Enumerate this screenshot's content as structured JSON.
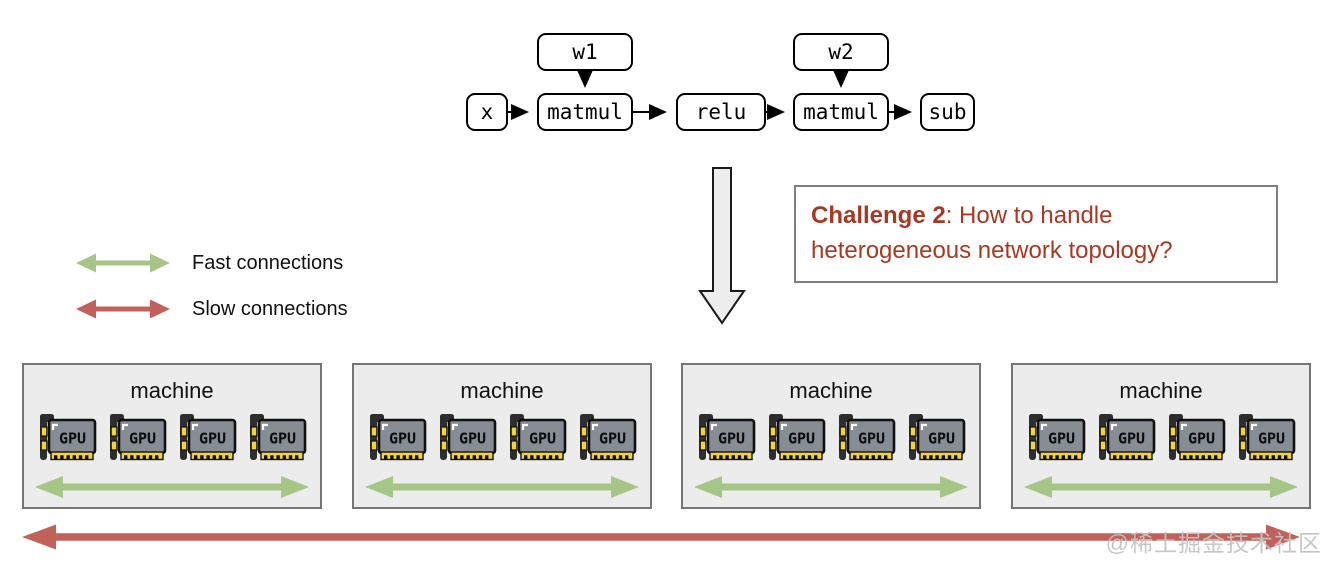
{
  "graph": {
    "nodes": {
      "w1": "w1",
      "w2": "w2",
      "x": "x",
      "matmul1": "matmul",
      "relu": "relu",
      "matmul2": "matmul",
      "sub": "sub"
    }
  },
  "challenge": {
    "title": "Challenge 2",
    "text": ": How to handle heterogeneous network topology?"
  },
  "legend": {
    "fast": {
      "label": "Fast connections",
      "color": "#a6c687"
    },
    "slow": {
      "label": "Slow connections",
      "color": "#c0615a"
    }
  },
  "machines": [
    {
      "label": "machine",
      "gpus": [
        "GPU",
        "GPU",
        "GPU",
        "GPU"
      ]
    },
    {
      "label": "machine",
      "gpus": [
        "GPU",
        "GPU",
        "GPU",
        "GPU"
      ]
    },
    {
      "label": "machine",
      "gpus": [
        "GPU",
        "GPU",
        "GPU",
        "GPU"
      ]
    },
    {
      "label": "machine",
      "gpus": [
        "GPU",
        "GPU",
        "GPU",
        "GPU"
      ]
    }
  ],
  "watermark": "@稀土掘金技术社区",
  "colors": {
    "fast_connection": "#a6c687",
    "slow_connection": "#c0615a",
    "challenge_text": "#a53a24",
    "machine_box_bg": "#ececec",
    "down_arrow_fill": "#ededed"
  }
}
